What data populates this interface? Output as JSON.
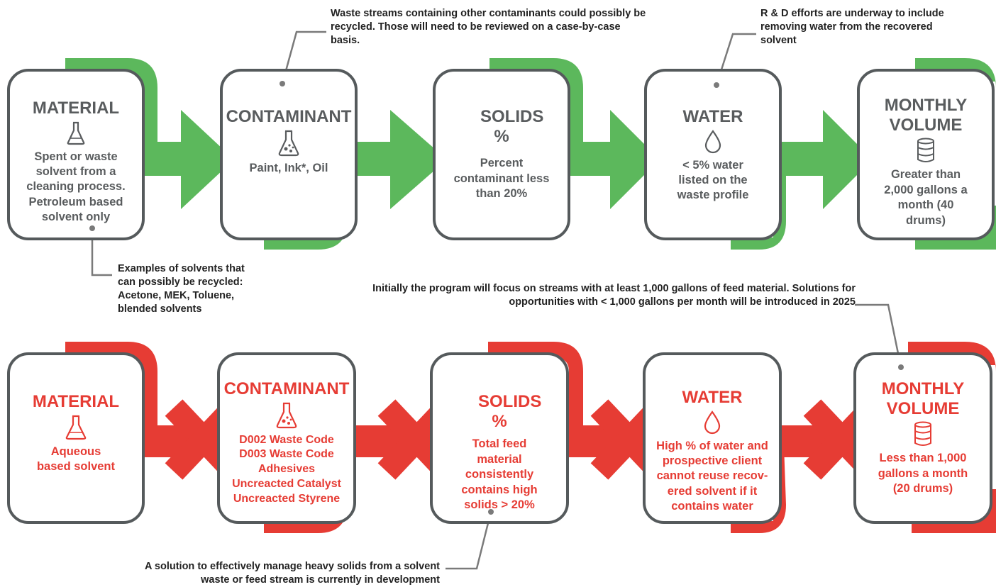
{
  "colors": {
    "pass": "#5cb85c",
    "fail": "#e63c34",
    "box_border": "#555a5c",
    "leader": "#7a7a7a"
  },
  "accepted": {
    "material": {
      "title": "MATERIAL",
      "icon": "flask-icon",
      "desc": "Spent or waste solvent from a cleaning process. Petroleum based solvent only"
    },
    "contaminant": {
      "title": "CONTAMINANT",
      "icon": "flask-bubbles-icon",
      "desc": "Paint, Ink*, Oil"
    },
    "solids": {
      "title": "SOLIDS %",
      "desc": "Percent contaminant less than 20%"
    },
    "water": {
      "title": "WATER",
      "icon": "water-drop-icon",
      "desc": "< 5% water listed on the waste profile"
    },
    "volume": {
      "title": "MONTHLY VOLUME",
      "icon": "drum-icon",
      "desc": "Greater than 2,000 gallons a month (40 drums)"
    }
  },
  "rejected": {
    "material": {
      "title": "MATERIAL",
      "icon": "flask-icon",
      "desc": "Aqueous based solvent"
    },
    "contaminant": {
      "title": "CONTAMINANT",
      "icon": "flask-bubbles-icon",
      "desc": "D002 Waste Code D003 Waste Code Adhesives Uncreacted Catalyst Uncreacted Styrene"
    },
    "solids": {
      "title": "SOLIDS %",
      "desc": "Total feed material consistently contains high solids > 20%"
    },
    "water": {
      "title": "WATER",
      "icon": "water-drop-icon",
      "desc": "High % of water and prospective client cannot reuse recov-ered solvent if it contains water"
    },
    "volume": {
      "title": "MONTHLY VOLUME",
      "icon": "drum-icon",
      "desc": "Less than 1,000 gallons a month (20 drums)"
    }
  },
  "notes": {
    "contaminant_note": "Waste streams containing other contaminants could possibly be recycled. Those will need to be reviewed on a case-by-case basis.",
    "water_note": "R & D efforts are underway to include removing water from the recovered solvent",
    "solvents_note": "Examples of solvents that can possibly be recycled: Acetone, MEK, Toluene, blended solvents",
    "volume_note": "Initially the program will  focus on streams with at least 1,000 gallons of feed material. Solutions for opportunities with < 1,000 gallons per month will be introduced in 2025",
    "solids_note": "A  solution to effectively manage heavy solids from a solvent waste or feed stream is currently in development"
  }
}
